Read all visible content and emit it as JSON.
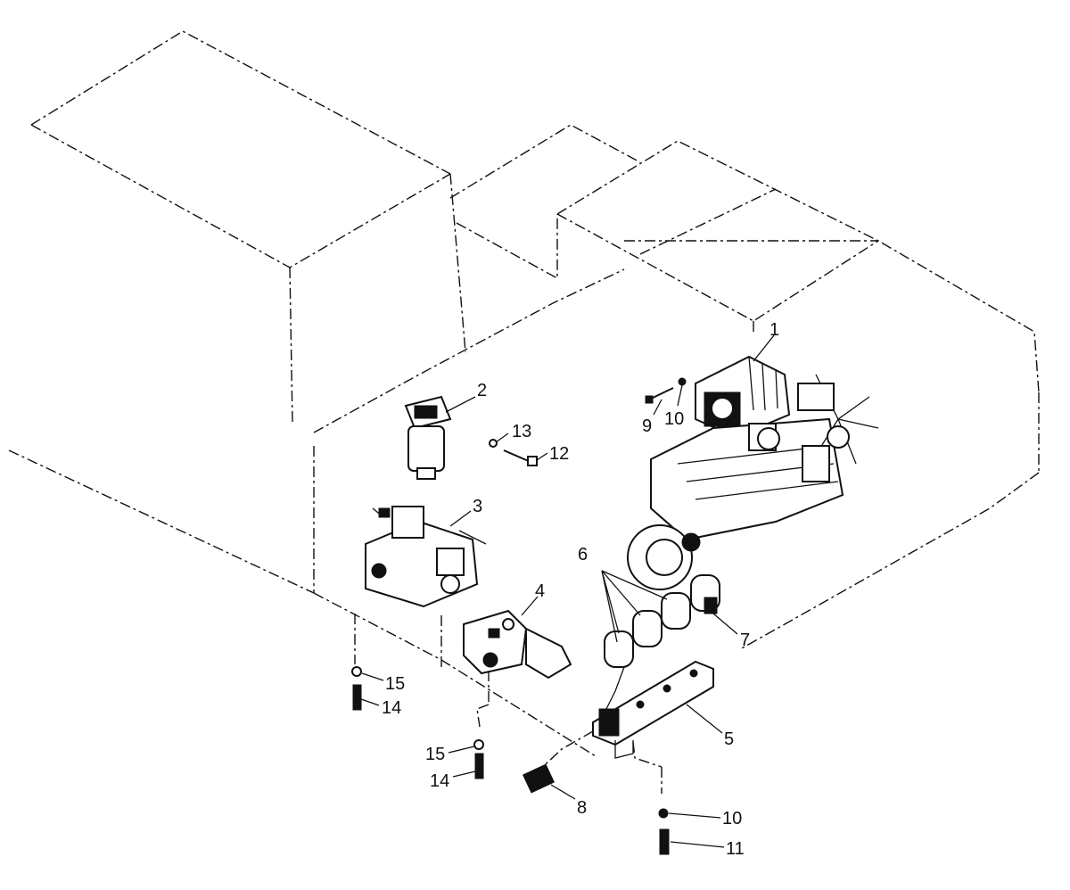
{
  "diagram": {
    "callouts": [
      {
        "id": "c1",
        "label": "1"
      },
      {
        "id": "c2",
        "label": "2"
      },
      {
        "id": "c3",
        "label": "3"
      },
      {
        "id": "c4",
        "label": "4"
      },
      {
        "id": "c5",
        "label": "5"
      },
      {
        "id": "c6",
        "label": "6"
      },
      {
        "id": "c7",
        "label": "7"
      },
      {
        "id": "c8",
        "label": "8"
      },
      {
        "id": "c9",
        "label": "9"
      },
      {
        "id": "c10a",
        "label": "10"
      },
      {
        "id": "c10b",
        "label": "10"
      },
      {
        "id": "c11",
        "label": "11"
      },
      {
        "id": "c12",
        "label": "12"
      },
      {
        "id": "c13",
        "label": "13"
      },
      {
        "id": "c14a",
        "label": "14"
      },
      {
        "id": "c14b",
        "label": "14"
      },
      {
        "id": "c15a",
        "label": "15"
      },
      {
        "id": "c15b",
        "label": "15"
      }
    ]
  }
}
